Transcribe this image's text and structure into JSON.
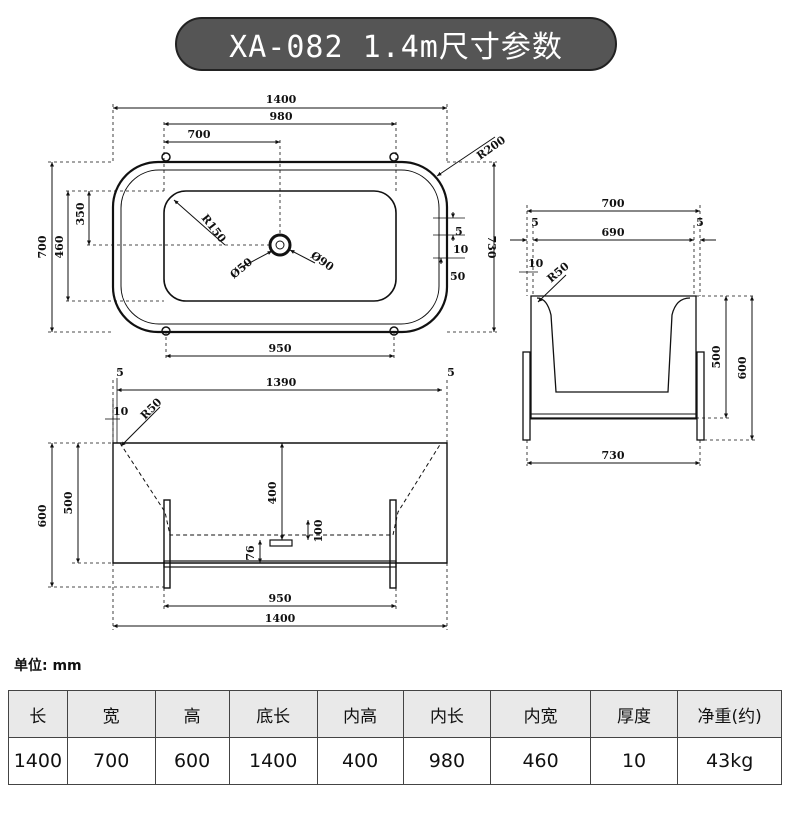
{
  "title": "XA-082 1.4m尺寸参数",
  "unit_label": "单位: mm",
  "dims": {
    "top": {
      "overall_length": "1400",
      "inner_length": "980",
      "half_length": "700",
      "corner_radius": "R200",
      "overall_width": "700",
      "inner_width": "460",
      "half_width": "350",
      "outer_width": "730",
      "inner_radius": "R150",
      "drain_small": "Ø50",
      "drain_large": "Ø90",
      "rim_5": "5",
      "rim_10": "10",
      "rim_50": "50",
      "leg_span": "950"
    },
    "side": {
      "wall_left": "5",
      "wall_right": "5",
      "length": "1390",
      "rim_10": "10",
      "radius": "R50",
      "height_600": "600",
      "height_500": "500",
      "depth_400": "400",
      "drain_100": "100",
      "drain_76": "76",
      "leg_span": "950",
      "base_length": "1400"
    },
    "end": {
      "width_700": "700",
      "wall_left": "5",
      "wall_right": "5",
      "inner_690": "690",
      "rim_10": "10",
      "radius": "R50",
      "height_500": "500",
      "height_600": "600",
      "base_730": "730"
    }
  },
  "table": {
    "headers": [
      "长",
      "宽",
      "高",
      "底长",
      "内高",
      "内长",
      "内宽",
      "厚度",
      "净重(约)"
    ],
    "values": [
      "1400",
      "700",
      "600",
      "1400",
      "400",
      "980",
      "460",
      "10",
      "43kg"
    ]
  }
}
